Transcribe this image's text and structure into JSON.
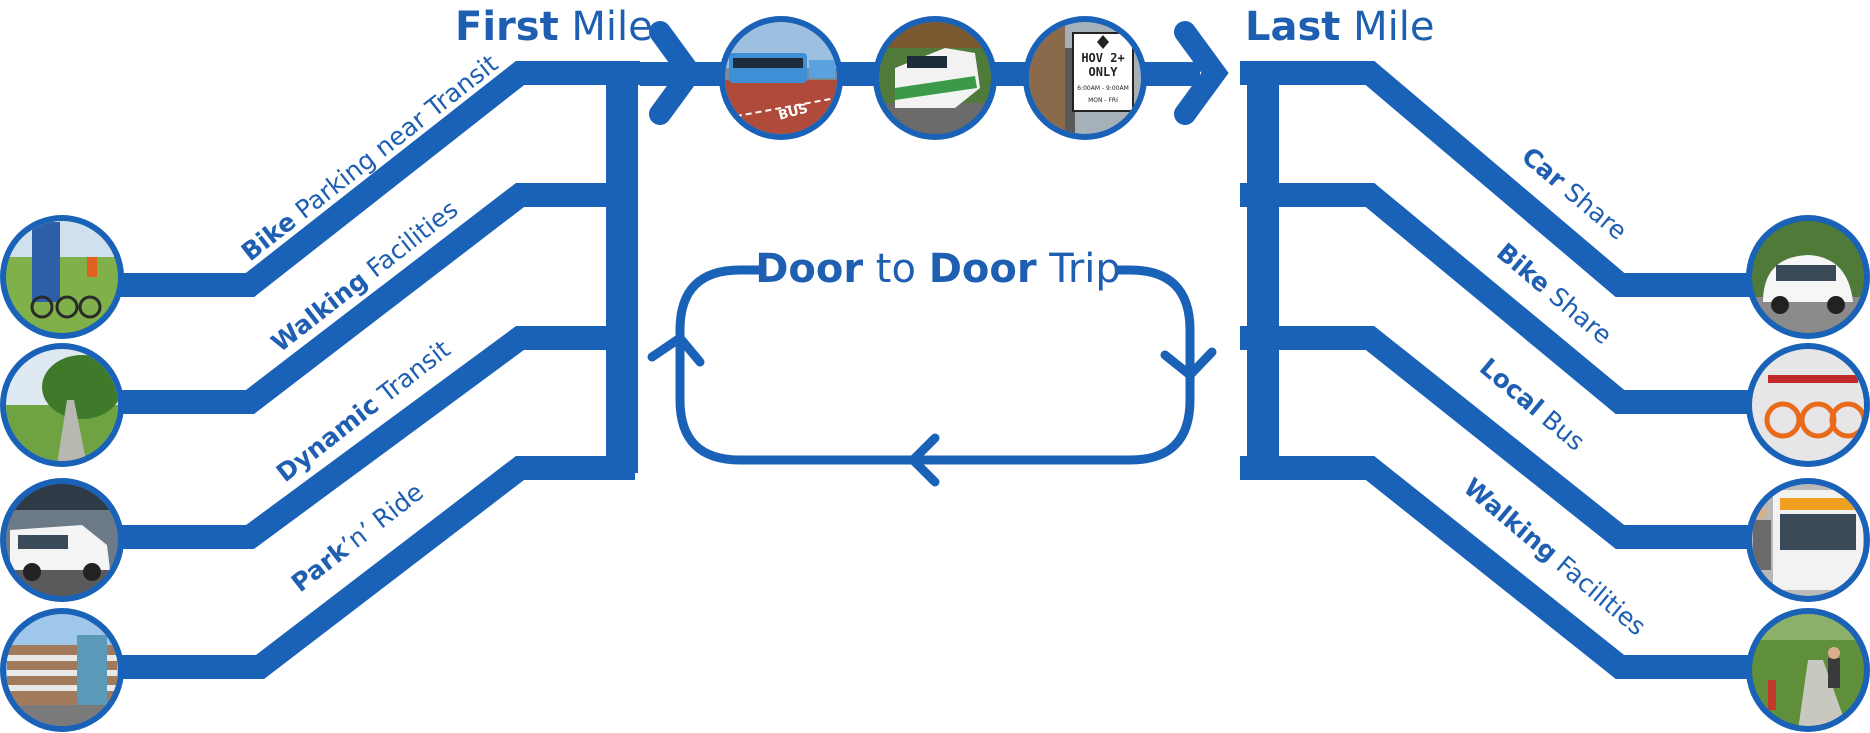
{
  "colors": {
    "brand_blue": "#1a62b8",
    "dark_blue": "#1f5fb2",
    "white": "#ffffff"
  },
  "header": {
    "first_mile": {
      "bold": "First",
      "rest": " Mile"
    },
    "last_mile": {
      "bold": "Last",
      "rest": " Mile"
    }
  },
  "center_loop": {
    "title": {
      "bold1": "Door",
      "mid": " to ",
      "bold2": "Door",
      "rest": " Trip"
    }
  },
  "first_mile_modes": [
    {
      "bold": "Bike",
      "rest": " Parking near Transit",
      "photo": "bike-parking-photo"
    },
    {
      "bold": "Walking",
      "rest": " Facilities",
      "photo": "walking-path-photo"
    },
    {
      "bold": "Dynamic",
      "rest": " Transit",
      "photo": "accessible-van-photo"
    },
    {
      "bold": "Park",
      "rest": "’n’ Ride",
      "photo": "parking-garage-photo"
    }
  ],
  "last_mile_modes": [
    {
      "bold": "Car",
      "rest": " Share",
      "photo": "car-share-photo"
    },
    {
      "bold": "Bike",
      "rest": " Share",
      "photo": "bike-share-photo"
    },
    {
      "bold": "Local",
      "rest": " Bus",
      "photo": "local-bus-photo"
    },
    {
      "bold": "Walking",
      "rest": " Facilities",
      "photo": "sidewalk-photo"
    }
  ],
  "transit_photos": [
    {
      "name": "rapid-bus-photo",
      "lane_text": "BUS"
    },
    {
      "name": "go-train-photo"
    },
    {
      "name": "hov-sign-photo",
      "sign_lines": [
        "HOV 2+",
        "ONLY",
        "6:00AM - 9:00AM",
        "MON - FRI"
      ]
    }
  ]
}
